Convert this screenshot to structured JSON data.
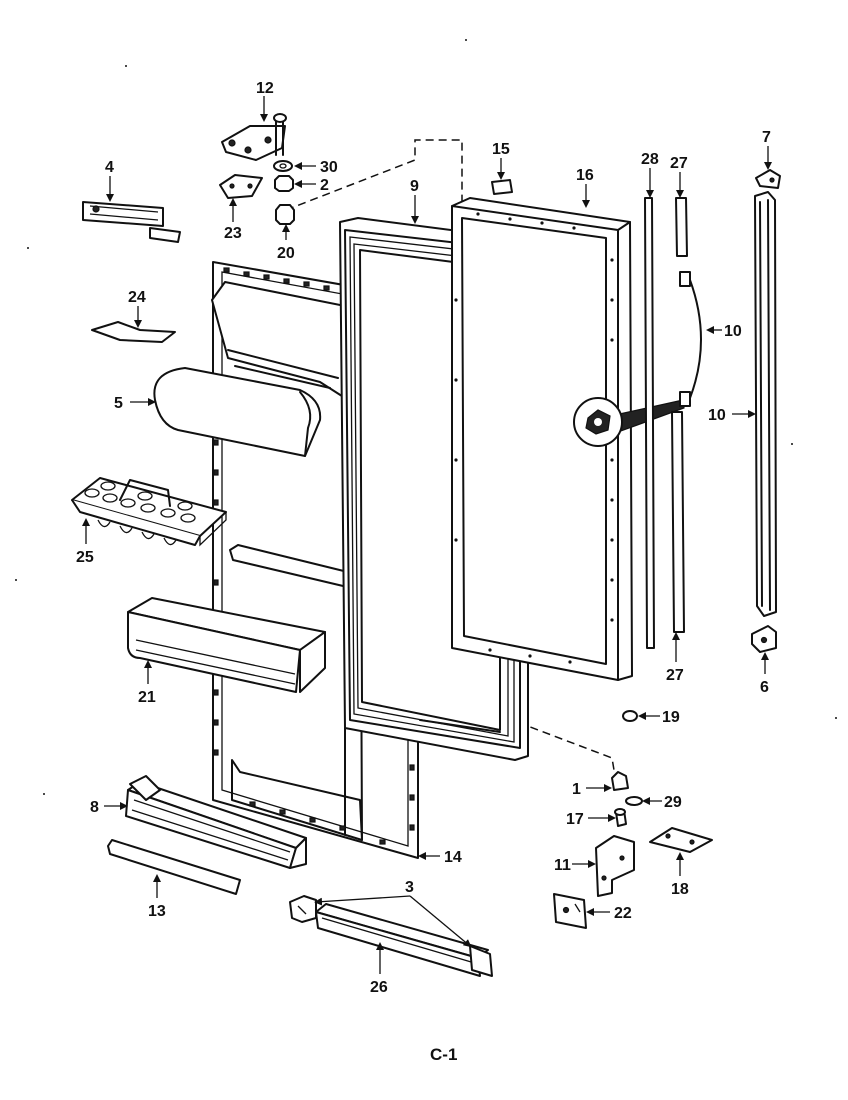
{
  "page_label": "C-1",
  "callouts": {
    "c1": "1",
    "c2": "2",
    "c3": "3",
    "c4": "4",
    "c5": "5",
    "c6": "6",
    "c7": "7",
    "c8": "8",
    "c9": "9",
    "c10a": "10",
    "c10b": "10",
    "c11": "11",
    "c12": "12",
    "c13": "13",
    "c14": "14",
    "c15": "15",
    "c16": "16",
    "c17": "17",
    "c18": "18",
    "c19": "19",
    "c20": "20",
    "c21": "21",
    "c22": "22",
    "c23": "23",
    "c24": "24",
    "c25": "25",
    "c26": "26",
    "c27a": "27",
    "c27b": "27",
    "c28": "28",
    "c29": "29",
    "c30": "30"
  }
}
